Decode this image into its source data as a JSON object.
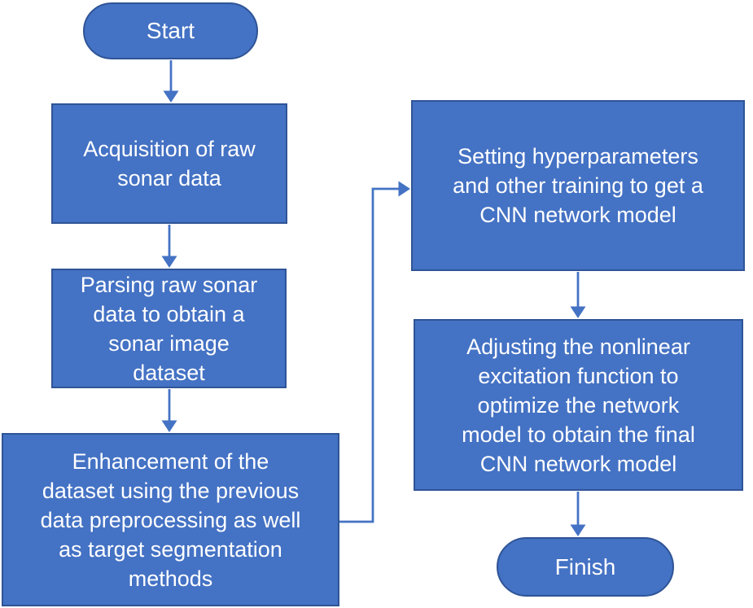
{
  "colors": {
    "background": "#FFFFFF",
    "node_fill": "#4472C4",
    "node_border": "#2F5496",
    "node_text": "#FFFFFF",
    "connector": "#4472C4"
  },
  "nodes": {
    "start": {
      "type": "terminator",
      "label": "Start"
    },
    "acquisition": {
      "type": "process",
      "lines": [
        "Acquisition of raw",
        "sonar data"
      ]
    },
    "parsing": {
      "type": "process",
      "lines": [
        "Parsing raw sonar",
        "data to obtain a",
        "sonar image",
        "dataset"
      ]
    },
    "enhancement": {
      "type": "process",
      "lines": [
        "Enhancement of the",
        "dataset using the previous",
        "data preprocessing as well",
        "as target segmentation",
        "methods"
      ]
    },
    "hyperparams": {
      "type": "process",
      "lines": [
        "Setting hyperparameters",
        "and other training to get a",
        "CNN network model"
      ]
    },
    "adjusting": {
      "type": "process",
      "lines": [
        "Adjusting the nonlinear",
        "excitation function to",
        "optimize the network",
        "model to obtain the final",
        "CNN network model"
      ]
    },
    "finish": {
      "type": "terminator",
      "label": "Finish"
    }
  },
  "edges": [
    {
      "from": "start",
      "to": "acquisition"
    },
    {
      "from": "acquisition",
      "to": "parsing"
    },
    {
      "from": "parsing",
      "to": "enhancement"
    },
    {
      "from": "enhancement",
      "to": "hyperparams"
    },
    {
      "from": "hyperparams",
      "to": "adjusting"
    },
    {
      "from": "adjusting",
      "to": "finish"
    }
  ]
}
